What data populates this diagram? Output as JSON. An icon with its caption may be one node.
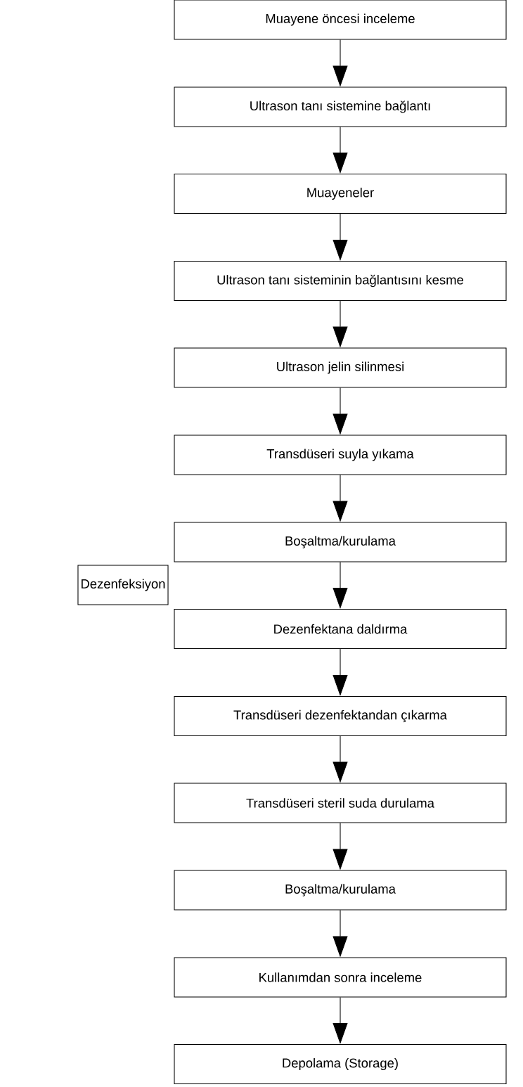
{
  "diagram": {
    "nodes": [
      {
        "text": [
          "Muayene öncesi inceleme"
        ]
      },
      {
        "text": [
          "Ultrason tanı sistemine bağlantı"
        ]
      },
      {
        "text": [
          "Muayeneler"
        ]
      },
      {
        "text": [
          "Ultrason tanı sisteminin bağlantısını kesme"
        ]
      },
      {
        "text": [
          "Ultrason jelin silinmesi"
        ]
      },
      {
        "text": [
          "Transdüseri suyla yıkama"
        ]
      },
      {
        "text": [
          "Boşaltma/kurulama"
        ]
      },
      {
        "text": [
          "Dezenfeksiyon"
        ]
      },
      {
        "text": [
          "Dezenfektana daldırma"
        ]
      },
      {
        "text": [
          "Transdüseri dezenfektandan çıkarma"
        ]
      },
      {
        "text": [
          "Transdüseri steril suda durulama"
        ]
      },
      {
        "text": [
          "Boşaltma/kurulama"
        ]
      },
      {
        "text": [
          "Kullanımdan sonra inceleme"
        ]
      },
      {
        "text": [
          "Depolama (Storage)"
        ]
      }
    ],
    "edges": [
      {
        "from": 0,
        "to": 1,
        "arrow": "to"
      },
      {
        "from": 1,
        "to": 2,
        "arrow": "to"
      },
      {
        "from": 2,
        "to": 3,
        "arrow": "to"
      },
      {
        "from": 3,
        "to": 4,
        "arrow": "to"
      },
      {
        "from": 4,
        "to": 5,
        "arrow": "to"
      },
      {
        "from": 5,
        "to": 6,
        "arrow": "to"
      },
      {
        "from": 6,
        "to": 8,
        "arrow": "to"
      },
      {
        "from": 8,
        "to": 9,
        "arrow": "to"
      },
      {
        "from": 9,
        "to": 10,
        "arrow": "to"
      },
      {
        "from": 10,
        "to": 11,
        "arrow": "to"
      },
      {
        "from": 11,
        "to": 12,
        "arrow": "to"
      },
      {
        "from": 12,
        "to": 13,
        "arrow": "to"
      }
    ]
  }
}
